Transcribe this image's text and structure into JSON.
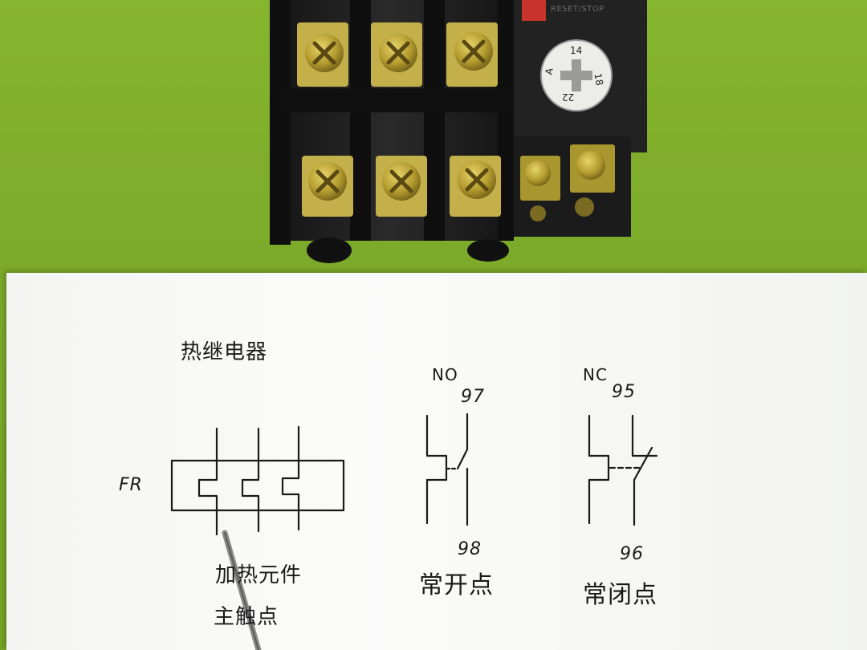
{
  "relay": {
    "reset_label": "RESET/STOP",
    "dial": {
      "top": "14",
      "right": "18",
      "bottom": "22",
      "left": "A"
    }
  },
  "paper": {
    "title": "热继电器",
    "fr_label": "FR",
    "no_label": "NO",
    "nc_label": "NC",
    "no_top": "97",
    "no_bottom": "98",
    "nc_top": "95",
    "nc_bottom": "96",
    "heating_element": "加热元件",
    "main_contact": "主触点",
    "no_contact_cn": "常开点",
    "nc_contact_cn": "常闭点"
  },
  "colors": {
    "background": "#7fae2c",
    "relay_body": "#1e1e1e",
    "terminal_brass": "#b8a23a",
    "ink": "#1a1a1a"
  }
}
